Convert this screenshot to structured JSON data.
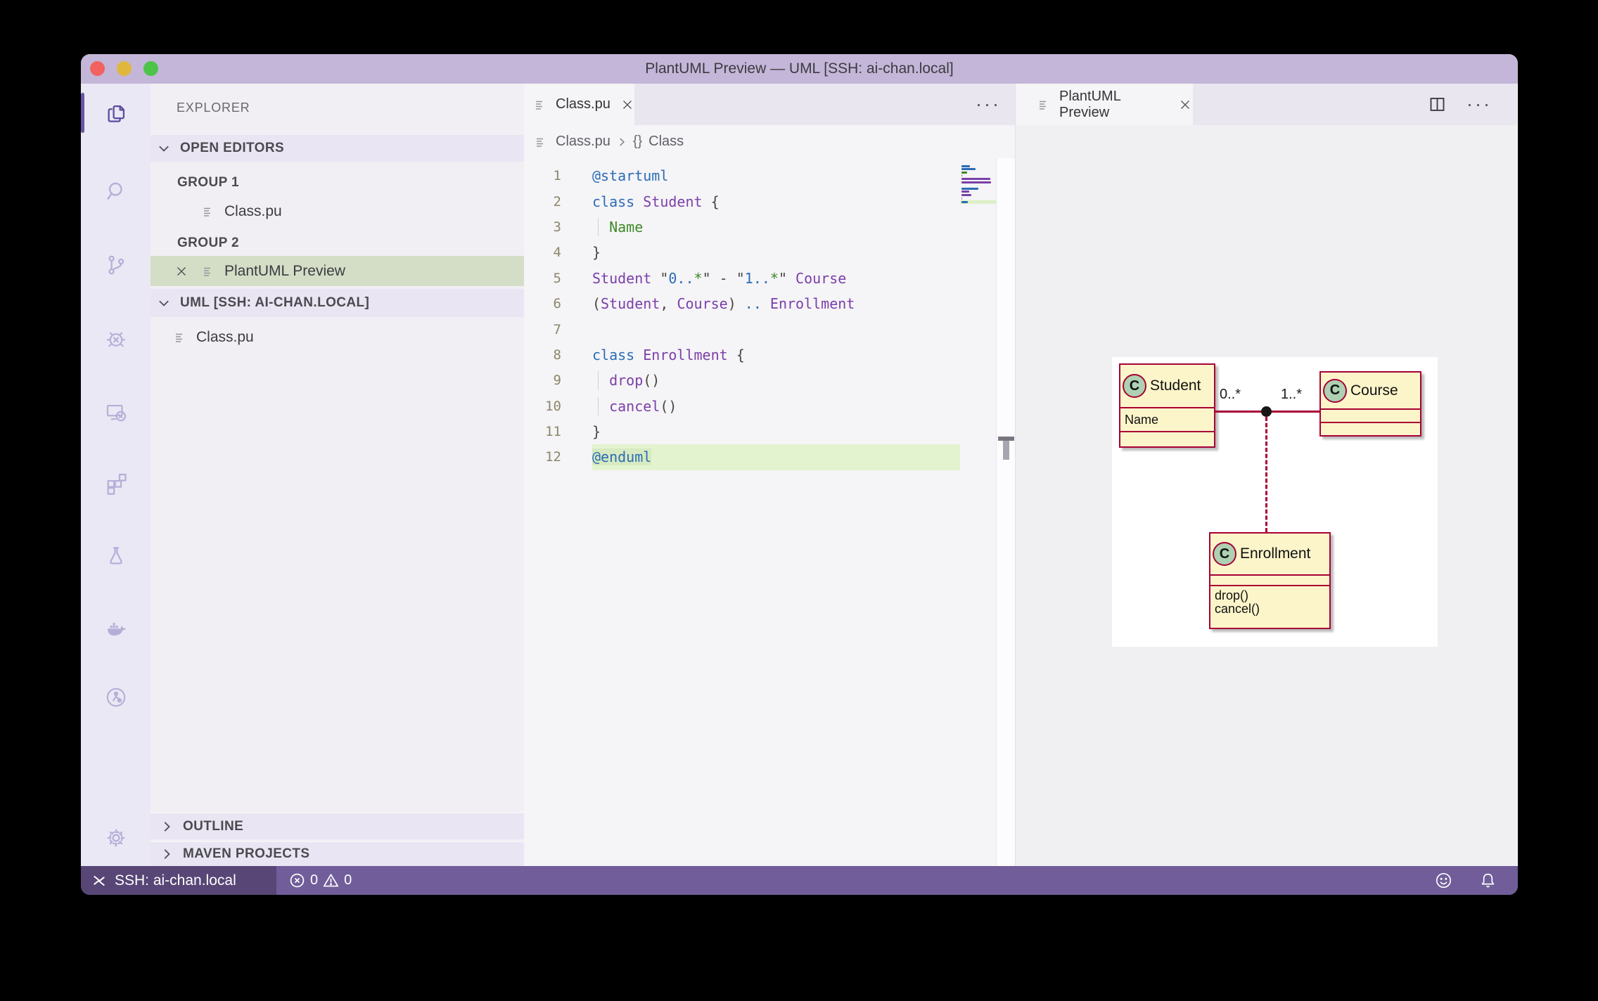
{
  "window": {
    "title": "PlantUML Preview — UML [SSH: ai-chan.local]"
  },
  "activity_bar": {
    "items": [
      "explorer",
      "search",
      "source-control",
      "debug",
      "remote-explorer",
      "extensions",
      "testing",
      "docker",
      "git-graph",
      "settings"
    ]
  },
  "explorer": {
    "title": "EXPLORER",
    "sections": {
      "open_editors": "OPEN EDITORS",
      "workspace": "UML [SSH: AI-CHAN.LOCAL]",
      "outline": "OUTLINE",
      "maven": "MAVEN PROJECTS"
    },
    "groups": [
      {
        "label": "GROUP 1",
        "file": "Class.pu"
      },
      {
        "label": "GROUP 2",
        "file": "PlantUML Preview"
      }
    ],
    "workspace_file": "Class.pu"
  },
  "editor": {
    "tab_label": "Class.pu",
    "breadcrumb": {
      "file": "Class.pu",
      "symbol_kind": "{}",
      "symbol": "Class"
    },
    "code": {
      "active_line": 12,
      "lines": [
        {
          "n": 1,
          "tokens": [
            [
              "@startuml",
              "kw"
            ]
          ]
        },
        {
          "n": 2,
          "tokens": [
            [
              "class",
              "kw"
            ],
            [
              " ",
              "def"
            ],
            [
              "Student",
              "type"
            ],
            [
              " {",
              "punct"
            ]
          ]
        },
        {
          "n": 3,
          "tokens": [
            [
              "  ",
              "def"
            ],
            [
              "Name",
              "green"
            ]
          ]
        },
        {
          "n": 4,
          "tokens": [
            [
              "}",
              "punct"
            ]
          ]
        },
        {
          "n": 5,
          "tokens": [
            [
              "Student",
              "type"
            ],
            [
              " ",
              "def"
            ],
            [
              "\"",
              "punct"
            ],
            [
              "0..",
              "num"
            ],
            [
              "*",
              "green"
            ],
            [
              "\"",
              "punct"
            ],
            [
              " - ",
              "punct"
            ],
            [
              "\"",
              "punct"
            ],
            [
              "1..",
              "num"
            ],
            [
              "*",
              "green"
            ],
            [
              "\"",
              "punct"
            ],
            [
              " ",
              "def"
            ],
            [
              "Course",
              "type"
            ]
          ]
        },
        {
          "n": 6,
          "tokens": [
            [
              "(",
              "punct"
            ],
            [
              "Student",
              "type"
            ],
            [
              ",",
              "punct"
            ],
            [
              " ",
              "def"
            ],
            [
              "Course",
              "type"
            ],
            [
              ")",
              "punct"
            ],
            [
              " ",
              "def"
            ],
            [
              "..",
              "kw"
            ],
            [
              " ",
              "def"
            ],
            [
              "Enrollment",
              "type"
            ]
          ]
        },
        {
          "n": 7,
          "tokens": []
        },
        {
          "n": 8,
          "tokens": [
            [
              "class",
              "kw"
            ],
            [
              " ",
              "def"
            ],
            [
              "Enrollment",
              "type"
            ],
            [
              " {",
              "punct"
            ]
          ]
        },
        {
          "n": 9,
          "tokens": [
            [
              "  ",
              "def"
            ],
            [
              "drop",
              "type"
            ],
            [
              "()",
              "punct"
            ]
          ]
        },
        {
          "n": 10,
          "tokens": [
            [
              "  ",
              "def"
            ],
            [
              "cancel",
              "type"
            ],
            [
              "()",
              "punct"
            ]
          ]
        },
        {
          "n": 11,
          "tokens": [
            [
              "}",
              "punct"
            ]
          ]
        },
        {
          "n": 12,
          "tokens": [
            [
              "@enduml",
              "kw"
            ]
          ]
        }
      ]
    }
  },
  "preview": {
    "tab_label": "PlantUML Preview",
    "diagram": {
      "classes": [
        {
          "stereo": "C",
          "name": "Student",
          "attrs": [
            "Name"
          ],
          "methods": []
        },
        {
          "stereo": "C",
          "name": "Course",
          "attrs": [],
          "methods": []
        },
        {
          "stereo": "C",
          "name": "Enrollment",
          "attrs": [],
          "methods": [
            "drop()",
            "cancel()"
          ]
        }
      ],
      "association": {
        "from": "Student",
        "to": "Course",
        "from_card": "0..*",
        "to_card": "1..*",
        "link_class": "Enrollment"
      }
    }
  },
  "status_bar": {
    "remote_label": "SSH: ai-chan.local",
    "error_count": "0",
    "warning_count": "0"
  },
  "colors": {
    "titlebar": "#c4b6d8",
    "statusbar": "#705d9a",
    "statusbar_remote": "#574676",
    "selection_green": "#d4dec7",
    "line_highlight": "#e4f3cf",
    "keyword": "#2b6cb5",
    "type_name": "#7a3fa8",
    "attribute_green": "#3d8a28",
    "uml_fill": "#fcf5ca",
    "uml_border": "#a80036",
    "uml_circle": "#add1b2"
  }
}
